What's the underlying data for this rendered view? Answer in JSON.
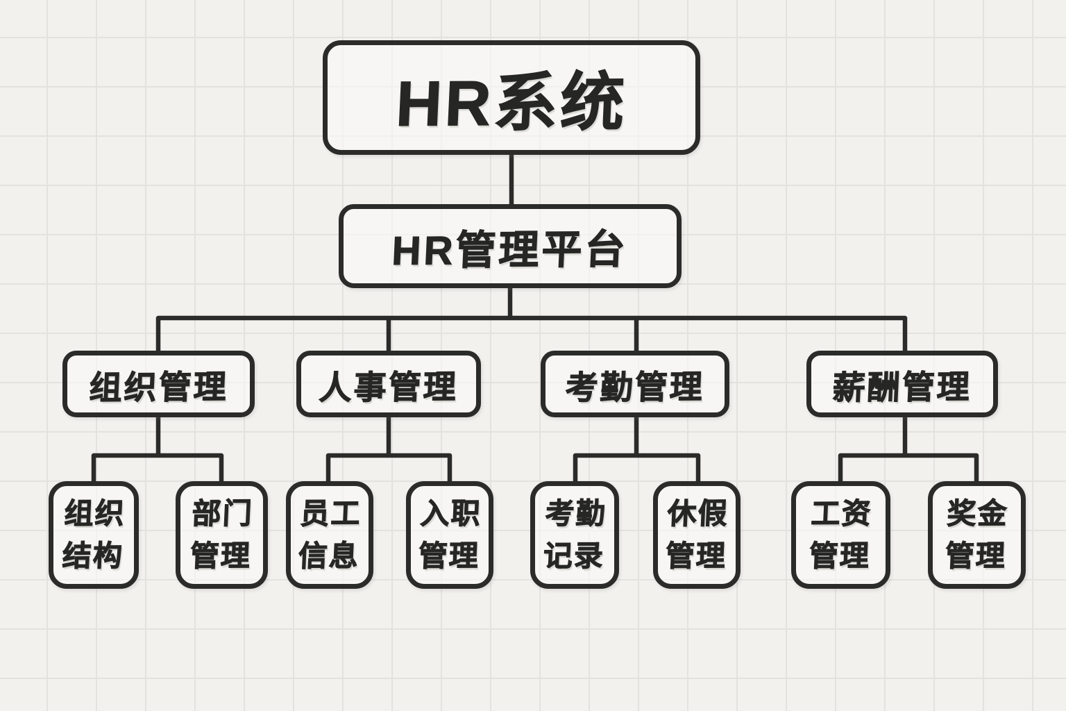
{
  "colors": {
    "ink": "#2b2b29",
    "paper": "#f2f1ee",
    "grid_line": "#e3e2df",
    "node_fill": "#faf9f7"
  },
  "diagram": {
    "type": "org-chart",
    "root": {
      "label": "HR系统",
      "children": [
        {
          "label": "HR管理平台",
          "children": [
            {
              "label": "组织管理",
              "children": [
                {
                  "label": "组织结构"
                },
                {
                  "label": "部门管理"
                }
              ]
            },
            {
              "label": "人事管理",
              "children": [
                {
                  "label": "员工信息"
                },
                {
                  "label": "入职管理"
                }
              ]
            },
            {
              "label": "考勤管理",
              "children": [
                {
                  "label": "考勤记录"
                },
                {
                  "label": "休假管理"
                }
              ]
            },
            {
              "label": "薪酬管理",
              "children": [
                {
                  "label": "工资管理"
                },
                {
                  "label": "奖金管理"
                }
              ]
            }
          ]
        }
      ]
    }
  }
}
